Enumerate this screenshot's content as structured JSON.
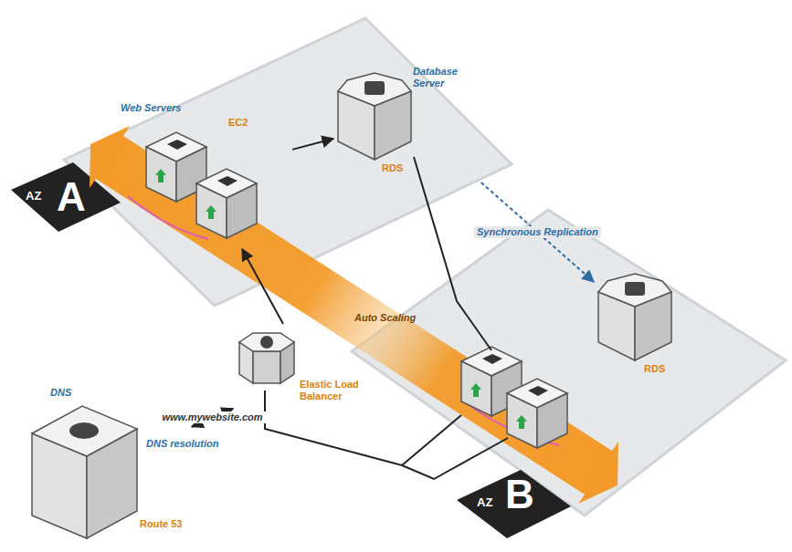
{
  "diagram": {
    "nodes": [
      {
        "text": [
          "AZ",
          "A"
        ]
      },
      {
        "text": [
          "Web Servers",
          "EC2"
        ],
        "in": 0
      },
      {
        "text": [
          "Database Server",
          "RDS"
        ],
        "in": 0
      },
      {
        "text": [
          "AZ",
          "B"
        ]
      },
      {
        "text": [
          "RDS"
        ],
        "in": 3
      },
      {
        "text": [
          "Elastic Load Balancer"
        ]
      },
      {
        "text": [
          "DNS",
          "Route 53"
        ]
      }
    ],
    "edges": [
      {
        "from": 6,
        "to": 5,
        "arrow": "both",
        "label": "www.mywebsite.com"
      },
      {
        "from": 5,
        "to": 1,
        "arrow": "to"
      },
      {
        "from": 1,
        "to": 2,
        "arrow": "to"
      },
      {
        "from": 2,
        "to": 4,
        "arrow": "to",
        "label": "Synchronous Replication"
      }
    ],
    "labels": [
      "Auto Scaling",
      "DNS resolution"
    ]
  }
}
